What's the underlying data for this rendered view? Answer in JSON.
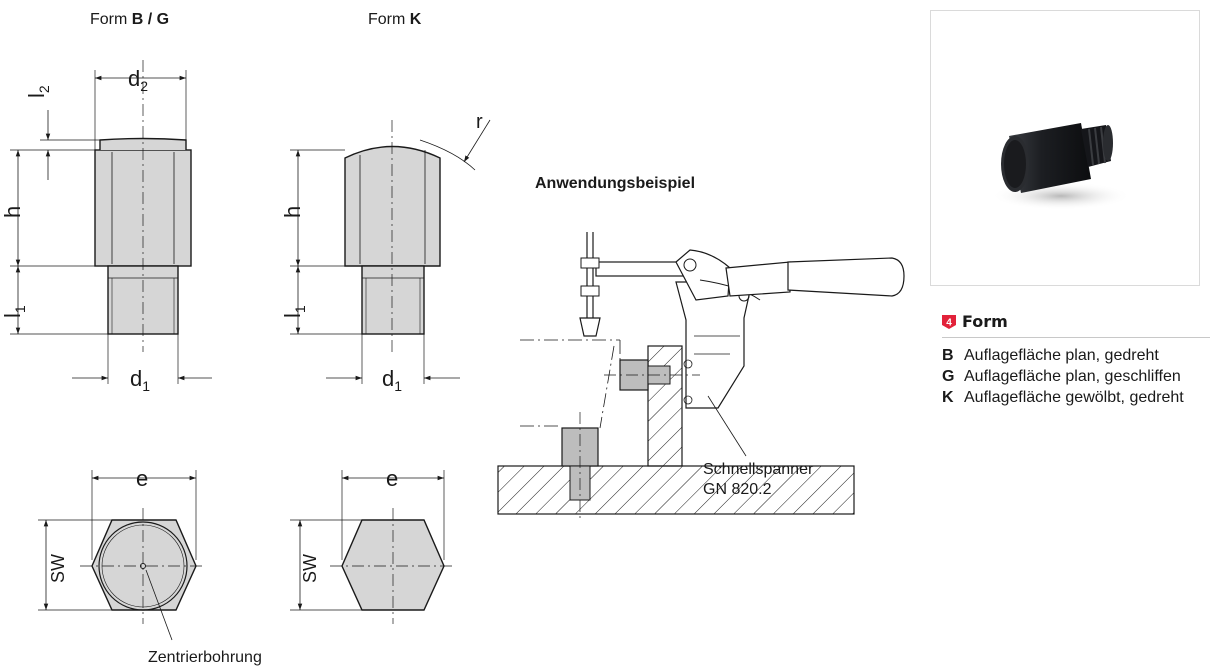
{
  "diagram": {
    "form_bg_prefix": "Form",
    "form_bg_bold": "B / G",
    "form_k_prefix": "Form",
    "form_k_bold": "K",
    "dim_l2": "l",
    "dim_l2_sub": "2",
    "dim_d2": "d",
    "dim_d2_sub": "2",
    "dim_h": "h",
    "dim_l1": "l",
    "dim_l1_sub": "1",
    "dim_d1": "d",
    "dim_d1_sub": "1",
    "dim_r": "r",
    "dim_e": "e",
    "dim_sw": "SW",
    "label_centering": "Zentrierbohrung",
    "example_title": "Anwendungsbeispiel",
    "clamp_label_line1": "Schnellspanner",
    "clamp_label_line2": "GN 820.2"
  },
  "legend": {
    "badge_number": "4",
    "badge_color": "#e2223a",
    "title": "Form",
    "items": [
      {
        "key": "B",
        "text": "Auflagefläche plan, gedreht"
      },
      {
        "key": "G",
        "text": "Auflagefläche plan, geschliffen"
      },
      {
        "key": "K",
        "text": "Auflagefläche gewölbt, gedreht"
      }
    ]
  }
}
